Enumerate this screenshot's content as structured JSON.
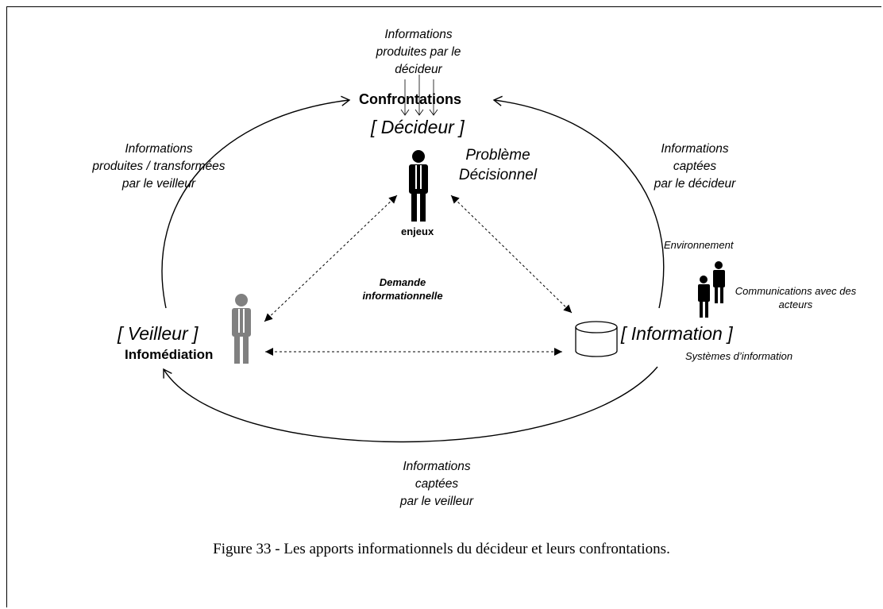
{
  "labels": {
    "info_produced_decider": [
      "Informations",
      "produites par le",
      "décideur"
    ],
    "confrontations": "Confrontations",
    "decideur": "[ Décideur ]",
    "probleme": [
      "Problème",
      "Décisionnel"
    ],
    "enjeux": "enjeux",
    "info_produced_veilleur": [
      "Informations",
      "produites / transformées",
      "par le veilleur"
    ],
    "info_captured_decider": [
      "Informations",
      "captées",
      "par le décideur"
    ],
    "environnement": "Environnement",
    "communications": [
      "Communications avec des",
      "acteurs"
    ],
    "demande": [
      "Demande",
      "informationnelle"
    ],
    "veilleur": "[ Veilleur ]",
    "infomediation": "Infomédiation",
    "information": "[ Information ]",
    "systemes": "Systèmes d’information",
    "info_captured_veilleur": [
      "Informations",
      "captées",
      "par le veilleur"
    ]
  },
  "caption": "Figure 33 - Les apports informationnels  du décideur et leurs confrontations.",
  "colors": {
    "ink": "#000000",
    "veilleur_figure": "#808080"
  },
  "icons": [
    "person-icon",
    "person-gray-icon",
    "two-people-icon",
    "database-cylinder-icon"
  ]
}
